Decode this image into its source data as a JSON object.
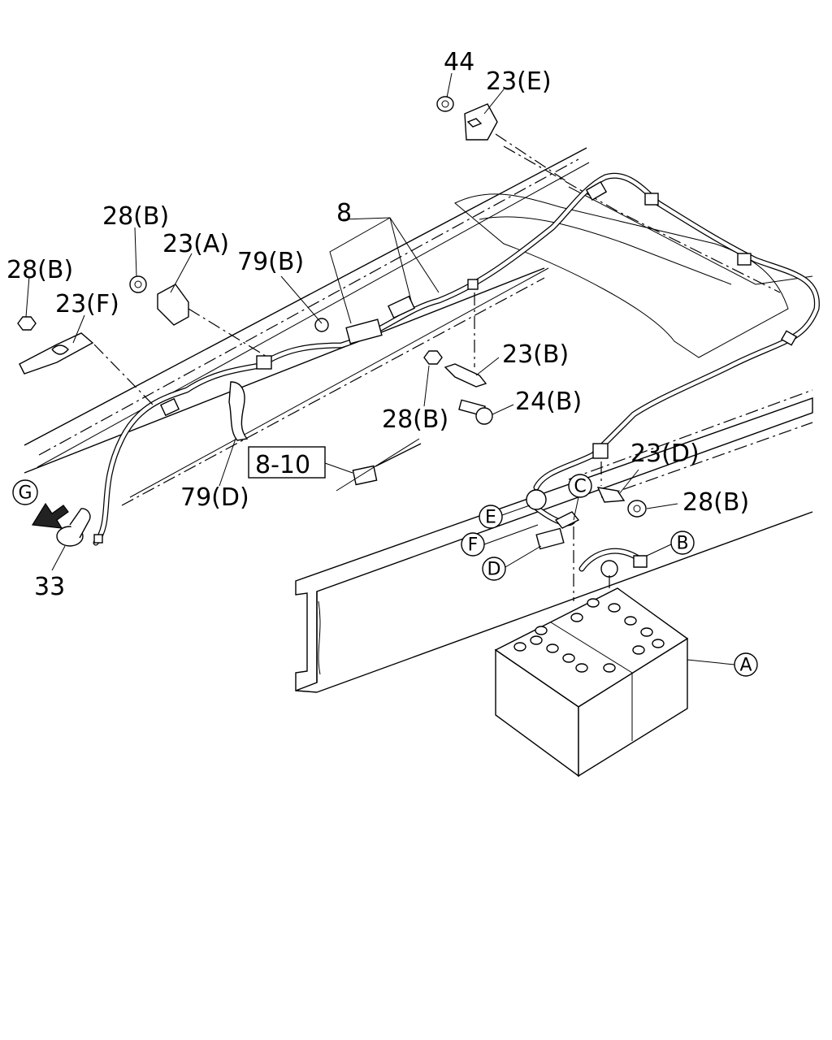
{
  "labels": {
    "p44": "44",
    "p23e": "23(E)",
    "p8": "8",
    "p28b_top": "28(B)",
    "p23a": "23(A)",
    "p79b": "79(B)",
    "p28b_left": "28(B)",
    "p23f": "23(F)",
    "p23b": "23(B)",
    "p28b_mid": "28(B)",
    "p24b": "24(B)",
    "p8_10": "8-10",
    "p79d": "79(D)",
    "p33": "33",
    "p23d": "23(D)",
    "p28b_right": "28(B)"
  },
  "circled": {
    "G": "G",
    "C": "C",
    "E": "E",
    "F": "F",
    "D": "D",
    "B": "B",
    "A": "A"
  }
}
